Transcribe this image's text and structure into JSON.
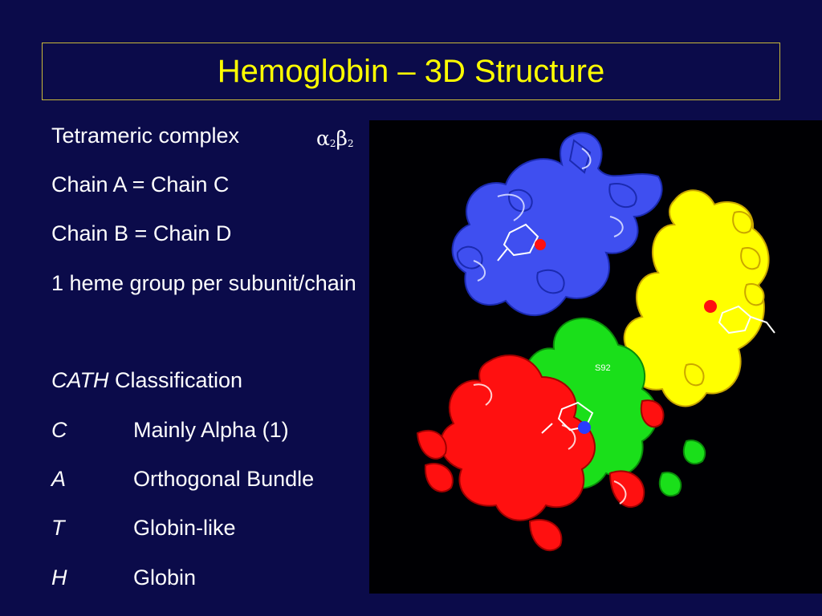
{
  "slide": {
    "title": "Hemoglobin – 3D Structure",
    "lines": {
      "tetrameric": "Tetrameric complex",
      "alpha": "α",
      "alpha_sub": "2",
      "beta": "β",
      "beta_sub": "2",
      "chainAC": "Chain A = Chain C",
      "chainBD": "Chain B = Chain D",
      "heme": "1 heme group per subunit/chain"
    },
    "cath": {
      "heading_italic": "CATH",
      "heading_rest": "Classification",
      "rows": [
        {
          "code": "C",
          "desc": "Mainly Alpha (1)"
        },
        {
          "code": "A",
          "desc": "Orthogonal Bundle"
        },
        {
          "code": "T",
          "desc": "Globin-like"
        },
        {
          "code": "H",
          "desc": "Globin"
        }
      ]
    },
    "structure": {
      "label_1": "S92",
      "colors": {
        "blue_chain": "#3f4ff0",
        "yellow_chain": "#ffff00",
        "red_chain": "#ff1010",
        "green_chain": "#1adf1a",
        "heme_white": "#ffffff",
        "background": "#000003"
      }
    }
  }
}
